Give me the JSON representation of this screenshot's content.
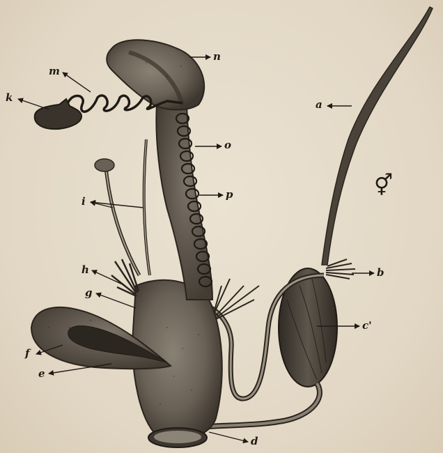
{
  "colors": {
    "ink": "#2a241d",
    "paper": "#e6dccb",
    "tissue": "#6f665b",
    "tissue_dark": "#3d362e"
  },
  "labels": {
    "a": "a",
    "b": "b",
    "c": "c'",
    "d": "d",
    "e": "e",
    "f": "f",
    "g": "g",
    "h": "h",
    "i": "i",
    "k": "k",
    "m": "m",
    "n": "n",
    "o": "o",
    "p": "p"
  },
  "symbol": "⚥"
}
